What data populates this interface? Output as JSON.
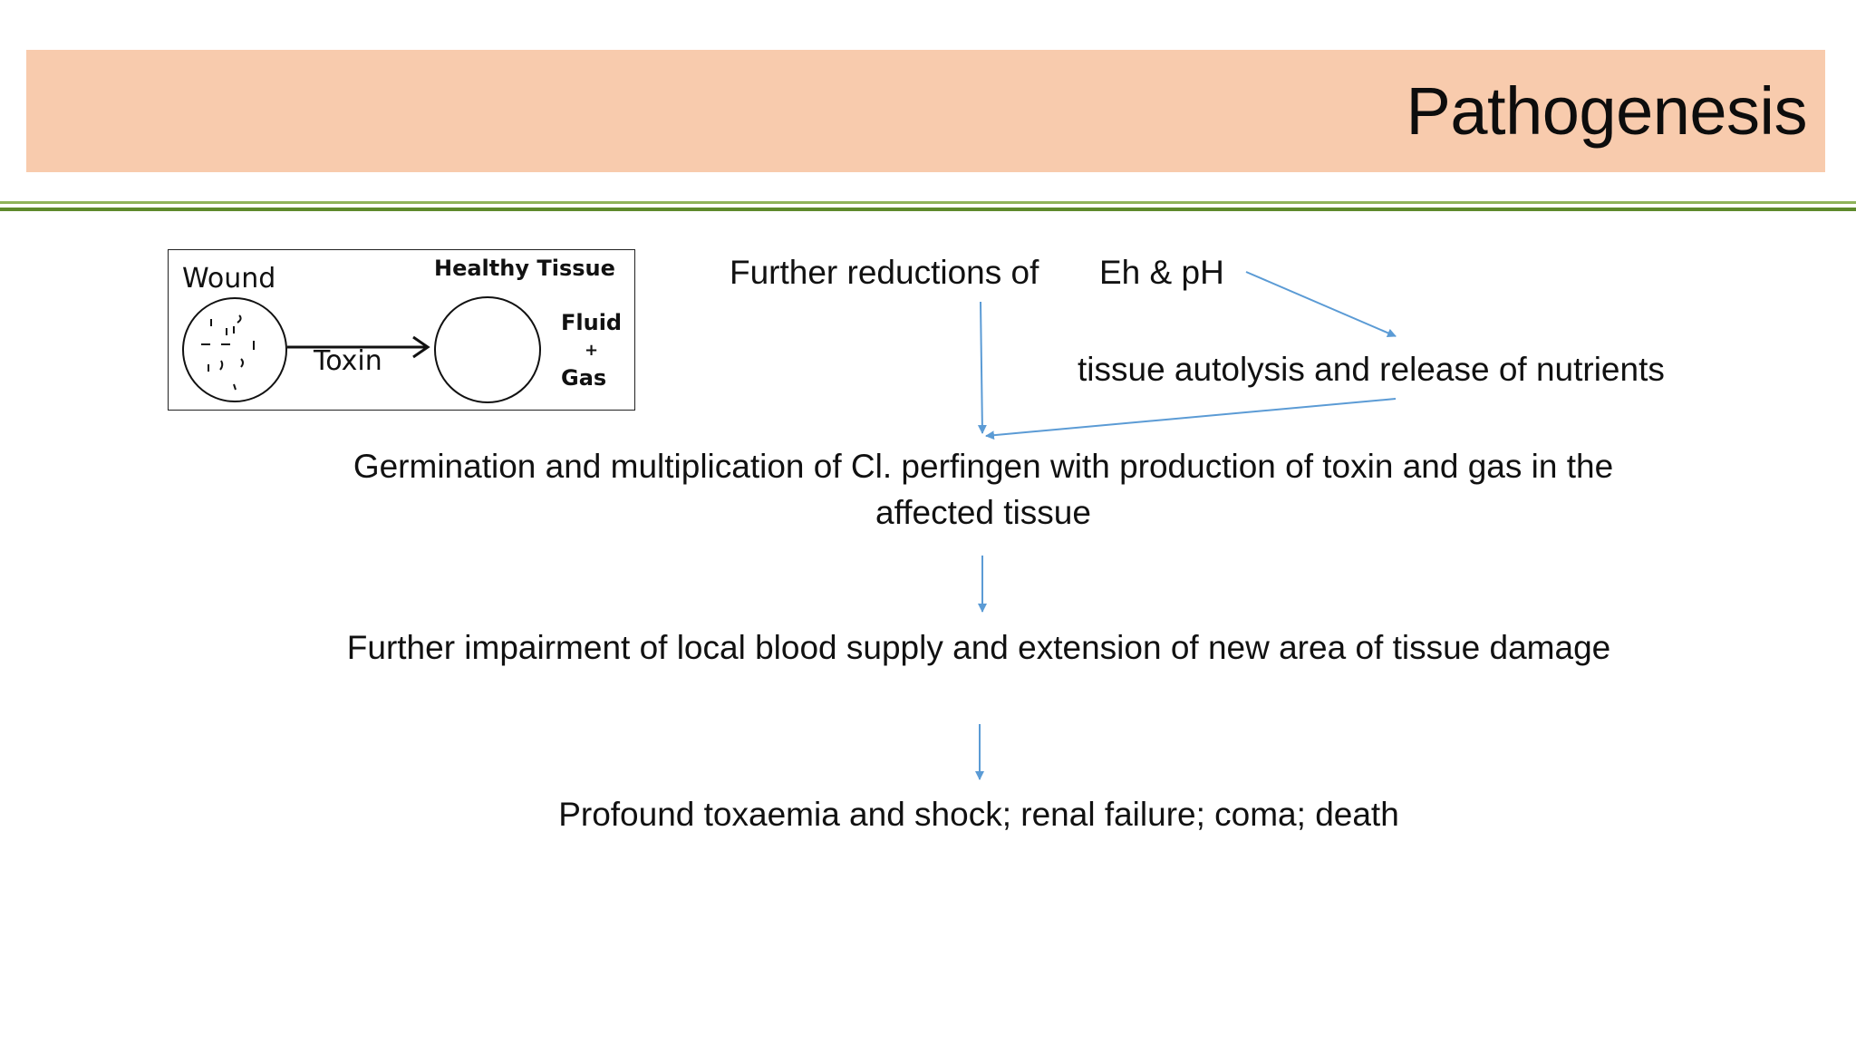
{
  "slide": {
    "title": "Pathogenesis"
  },
  "illustration": {
    "wound_label": "Wound",
    "healthy_label": "Healthy Tissue",
    "toxin_label": "Toxin",
    "fluid_label": "Fluid",
    "plus_label": "+",
    "gas_label": "Gas"
  },
  "flow": {
    "further_reductions": "Further reductions of",
    "eh_ph": "Eh & pH",
    "autolysis": "tissue autolysis and release of nutrients",
    "germination": "Germination and multiplication of Cl. perfingen with production of toxin and gas in the affected tissue",
    "impairment": "Further impairment of local blood supply and extension of new area of tissue damage",
    "outcome": "Profound toxaemia and shock; renal failure; coma; death"
  },
  "colors": {
    "title_band": "#f8cbad",
    "rule_light": "#8fb35a",
    "rule_dark": "#5e8a2c",
    "arrow": "#5b9bd5"
  }
}
